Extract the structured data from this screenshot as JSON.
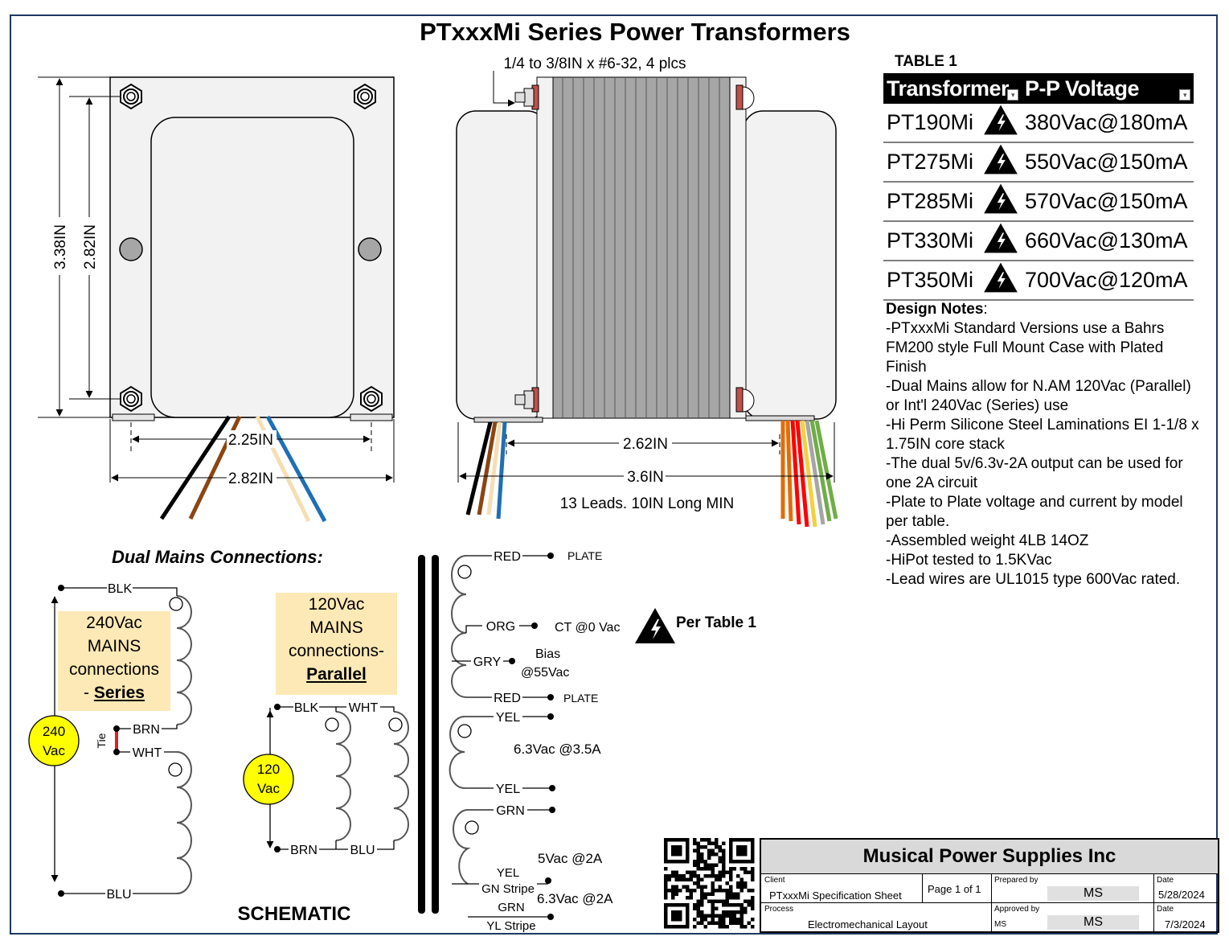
{
  "title": "PTxxxMi Series Power Transformers",
  "drawing": {
    "front_view": {
      "height_outer": "3.38IN",
      "height_inner": "2.82IN",
      "width_inner": "2.25IN",
      "width_outer": "2.82IN"
    },
    "side_view": {
      "screw_callout": "1/4 to 3/8IN x #6-32, 4 plcs",
      "width_inner": "2.62IN",
      "width_outer": "3.6IN",
      "leads_note": "13 Leads. 10IN Long MIN"
    }
  },
  "table1": {
    "caption": "TABLE 1",
    "headers": [
      "Transformer",
      "P-P Voltage"
    ],
    "rows": [
      {
        "model": "PT190Mi",
        "voltage": "380Vac@180mA"
      },
      {
        "model": "PT275Mi",
        "voltage": "550Vac@150mA"
      },
      {
        "model": "PT285Mi",
        "voltage": "570Vac@150mA"
      },
      {
        "model": "PT330Mi",
        "voltage": "660Vac@130mA"
      },
      {
        "model": "PT350Mi",
        "voltage": "700Vac@120mA"
      }
    ]
  },
  "design_notes": {
    "heading": "Design Notes",
    "lines": [
      "-PTxxxMi Standard Versions use a Bahrs FM200 style Full Mount Case with Plated Finish",
      "-Dual Mains allow for N.AM 120Vac (Parallel) or Int'l 240Vac (Series) use",
      "-Hi Perm Silicone Steel Laminations EI 1-1/8 x 1.75IN core stack",
      "-The dual 5v/6.3v-2A output can be used for one 2A circuit",
      "-Plate to Plate voltage and current by model per table.",
      "-Assembled weight 4LB 14OZ",
      "-HiPot tested to 1.5KVac",
      "-Lead wires are UL1015 type 600Vac rated."
    ]
  },
  "schematic": {
    "dual_mains_heading": "Dual Mains Connections:",
    "series_box": {
      "line1": "240Vac",
      "line2": "MAINS",
      "line3": "connections",
      "prefix": "- ",
      "emph": "Series"
    },
    "parallel_box": {
      "line1": "120Vac",
      "line2": "MAINS",
      "line3": "connections-",
      "emph": "Parallel"
    },
    "source_240": {
      "line1": "240",
      "line2": "Vac"
    },
    "source_120": {
      "line1": "120",
      "line2": "Vac"
    },
    "tie_label": "Tie",
    "primary_leads": {
      "blk": "BLK",
      "brn": "BRN",
      "wht": "WHT",
      "blu": "BLU"
    },
    "secondary_leads": {
      "red": "RED",
      "org": "ORG",
      "gry": "GRY",
      "yel": "YEL",
      "grn": "GRN",
      "yel_gn_1": "YEL",
      "yel_gn_2": "GN Stripe",
      "grn_yl_1": "GRN",
      "grn_yl_2": "YL Stripe"
    },
    "secondary_labels": {
      "plate": "PLATE",
      "ct": "CT @0 Vac",
      "bias_1": "Bias",
      "bias_2": "@55Vac",
      "heater": "6.3Vac @3.5A",
      "rect_5v": "5Vac @2A",
      "rect_63v": "6.3Vac @2A"
    },
    "per_table": "Per Table 1",
    "caption": "SCHEMATIC"
  },
  "title_block": {
    "company": "Musical Power Supplies Inc",
    "client_label": "Client",
    "client_value": "PTxxxMi Specification Sheet",
    "page": "Page 1 of 1",
    "prepared_label": "Prepared by",
    "prepared_value": "MS",
    "date_label_1": "Date",
    "date_1": "5/28/2024",
    "process_label": "Process",
    "process_value": "Electromechanical Layout",
    "approved_label": "Approved by",
    "approved_initials": "MS",
    "approved_value": "MS",
    "date_label_2": "Date",
    "date_2": "7/3/2024"
  },
  "colors": {
    "border": "#1f3864",
    "yellow_box": "#fde9b5",
    "source_circle": "#ffff00",
    "core": "#a6a6a6",
    "case": "#f2f2f2",
    "tie_wire": "#e02020"
  },
  "icons": [
    "high-voltage-warning-icon",
    "qr-code-icon"
  ]
}
